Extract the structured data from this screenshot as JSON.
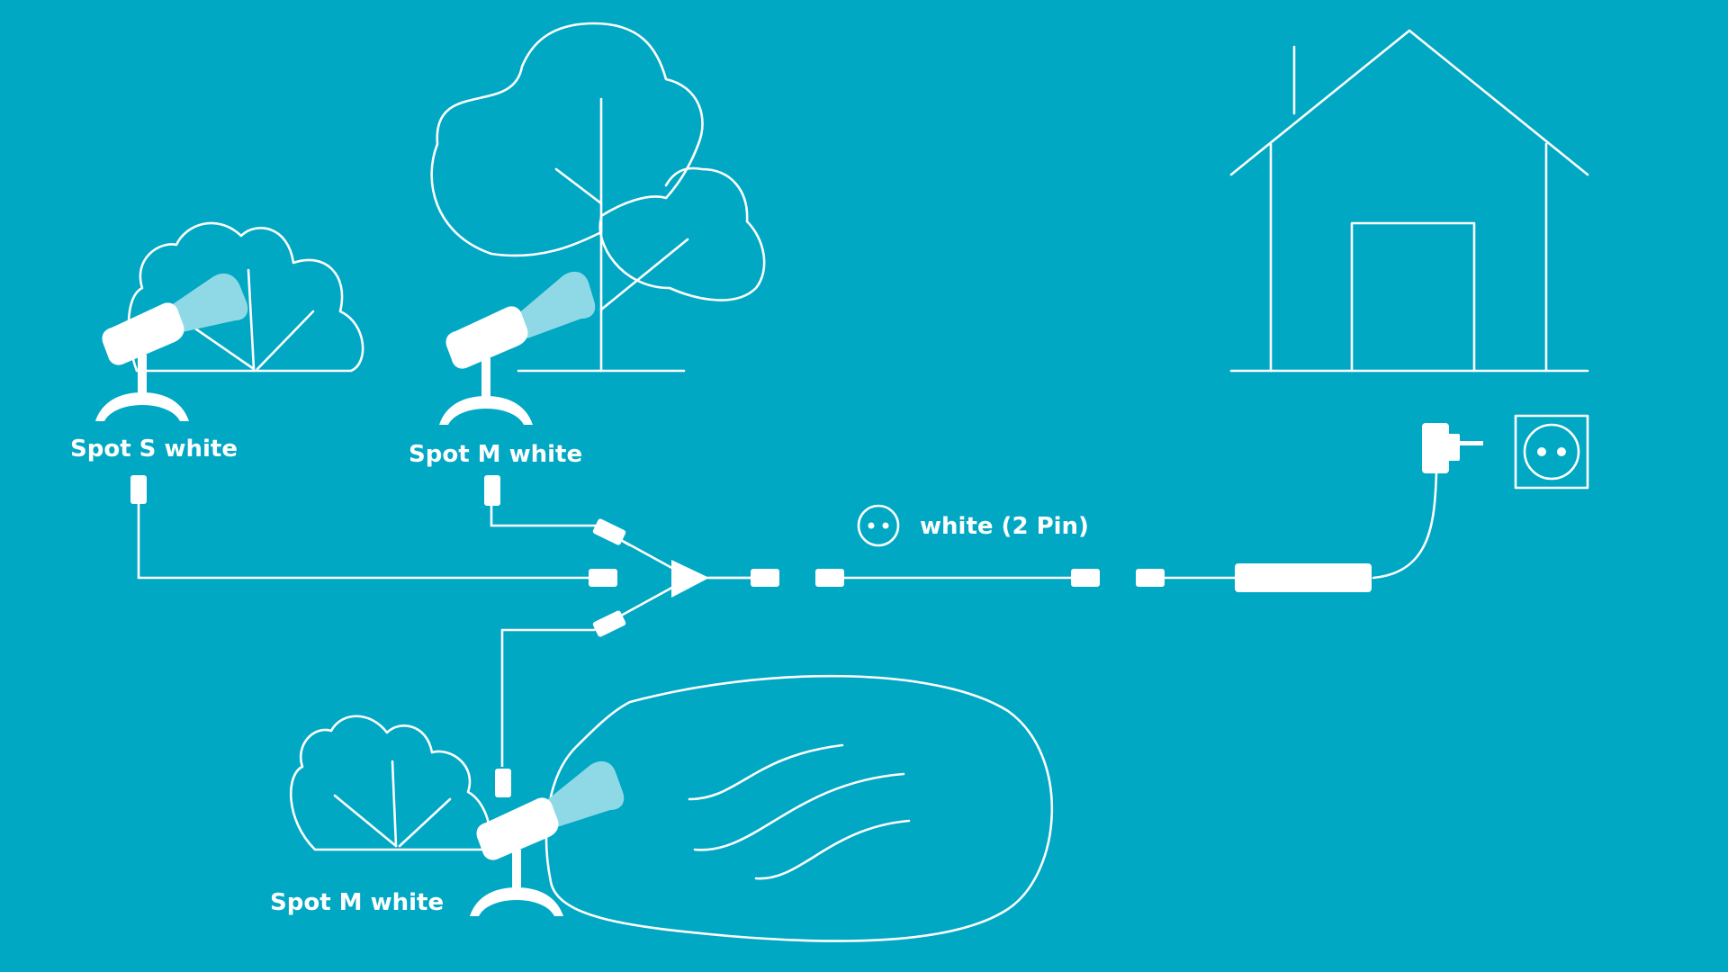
{
  "diagram": {
    "labels": {
      "spot_top_left": "Spot S white",
      "spot_top_middle": "Spot M white",
      "spot_bottom": "Spot M white",
      "cable_type": "white (2 Pin)"
    },
    "colors": {
      "background": "#00a8c4",
      "line": "#ffffff",
      "light_beam": "#8fd9e6"
    },
    "icons": [
      "bush-icon",
      "tree-icon",
      "house-icon",
      "pond-icon",
      "spotlight-icon",
      "splitter-icon",
      "power-adapter-icon",
      "wall-socket-icon",
      "connector-plug-icon"
    ]
  }
}
